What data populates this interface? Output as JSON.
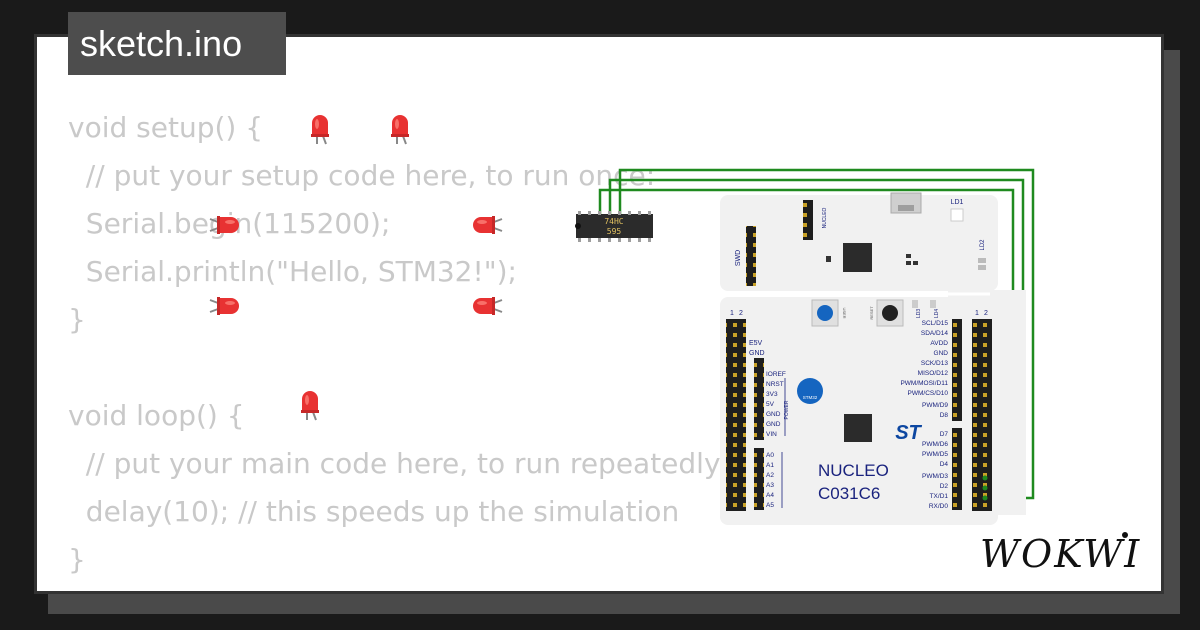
{
  "file_tab": {
    "name": "sketch.ino"
  },
  "code_lines": [
    "void setup() {",
    "  // put your setup code here, to run once:",
    "  Serial.begin(115200);",
    "  Serial.println(\"Hello, STM32!\");",
    "}",
    "",
    "void loop() {",
    "  // put your main code here, to run repeatedly:",
    "  delay(10); // this speeds up the simulation",
    "}"
  ],
  "chip": {
    "line1": "74HC",
    "line2": "595"
  },
  "board": {
    "name_line1": "NUCLEO",
    "name_line2": "C031C6",
    "st_logo": "ST",
    "mcu_logo": "STM32",
    "labels": {
      "ld1": "LD1",
      "ld2": "LD2",
      "ld3": "LD3",
      "ld4": "LD4",
      "swd": "SWD",
      "nucleo": "NUCLEO",
      "user": "USER",
      "reset": "RESET",
      "power": "POWER",
      "e5v": "E5V",
      "gnd": "GND",
      "left_pin_1": "1",
      "left_pin_2": "2",
      "right_pin_1": "1",
      "right_pin_2": "2"
    },
    "power_pins": [
      "IOREF",
      "NRST",
      "3V3",
      "5V",
      "GND",
      "GND",
      "VIN"
    ],
    "analog_pins": [
      "A0",
      "A1",
      "A2",
      "A3",
      "A4",
      "A5"
    ],
    "right_upper_pins": [
      "SCL/D15",
      "SDA/D14",
      "AVDD",
      "GND",
      "SCK/D13",
      "MISO/D12",
      "PWM/MOSI/D11",
      "PWM/CS/D10",
      "PWM/D9",
      "D8"
    ],
    "right_lower_pins": [
      "D7",
      "PWM/D6",
      "PWM/D5",
      "D4",
      "PWM/D3",
      "D2",
      "TX/D1",
      "RX/D0"
    ]
  },
  "brand": {
    "logo": "WOKWI"
  },
  "colors": {
    "led": "#e83232",
    "wire": "#1f8a1f",
    "board_text": "#1a237e",
    "st_blue": "#0d47a1",
    "user_button": "#1565c0"
  }
}
